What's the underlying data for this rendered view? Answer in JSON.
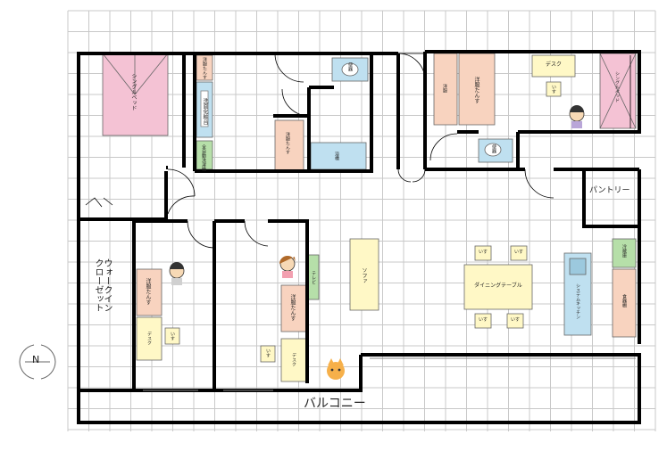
{
  "labels": {
    "single_bed_left": "シングルベッド",
    "wardrobe_top": "洋服たんす",
    "washbasin": "洗面化粧台",
    "washer": "全自動洗濯機",
    "toilet": "便器",
    "dresser": "洋服たんす",
    "bathtub": "浴槽",
    "tansu_upper": "洋服",
    "wardrobe_right": "洋服たんす",
    "desk_top": "デスク",
    "chair": "いす",
    "single_bed_right": "シングルベッド",
    "pantry": "パントリー",
    "walk_in_closet": "ウォークイン\nクローゼット",
    "wardrobe_room2": "洋服たんす",
    "desk": "デスク",
    "tv": "テレビ",
    "sofa": "ソファ",
    "dining_table": "ダイニングテーブル",
    "system_kitchen": "システムキッチン",
    "fridge": "冷蔵庫",
    "cupboard": "食器棚",
    "balcony": "バルコニー",
    "compass_n": "N"
  },
  "colors": {
    "pink": "#f4c2d4",
    "peach": "#f8d3bf",
    "yellow": "#fff8c6",
    "green": "#b6dfa9",
    "blue": "#bfe0f0",
    "wall": "#000000",
    "grid": "#c8c8c8"
  }
}
